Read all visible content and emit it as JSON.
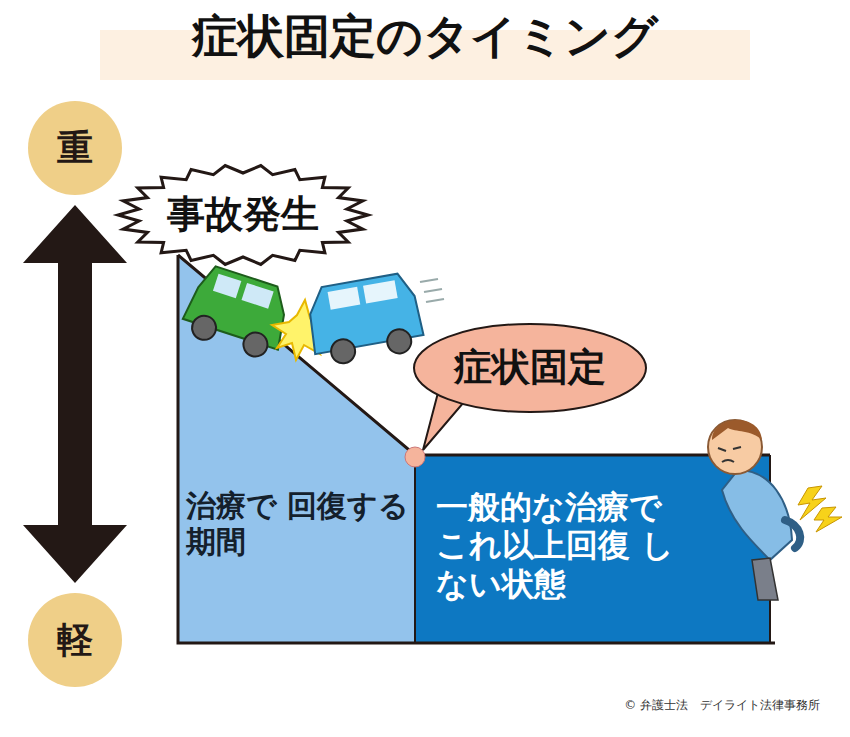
{
  "diagram": {
    "title": "症状固定のタイミング",
    "nodes": [
      {
        "text": [
          "重"
        ]
      },
      {
        "text": [
          "事故発生"
        ]
      },
      {
        "text": [
          "症状固定"
        ]
      },
      {
        "text": [
          "治療で 回復する期間"
        ]
      },
      {
        "text": [
          "一般的な治療で これ以上回復 しない状態"
        ]
      },
      {
        "text": [
          "軽"
        ]
      }
    ],
    "edges": [
      {
        "from": 0,
        "to": 5,
        "arrow": "both"
      }
    ],
    "labels": [
      "© 弁護士法　デイライト法律事務所"
    ]
  }
}
